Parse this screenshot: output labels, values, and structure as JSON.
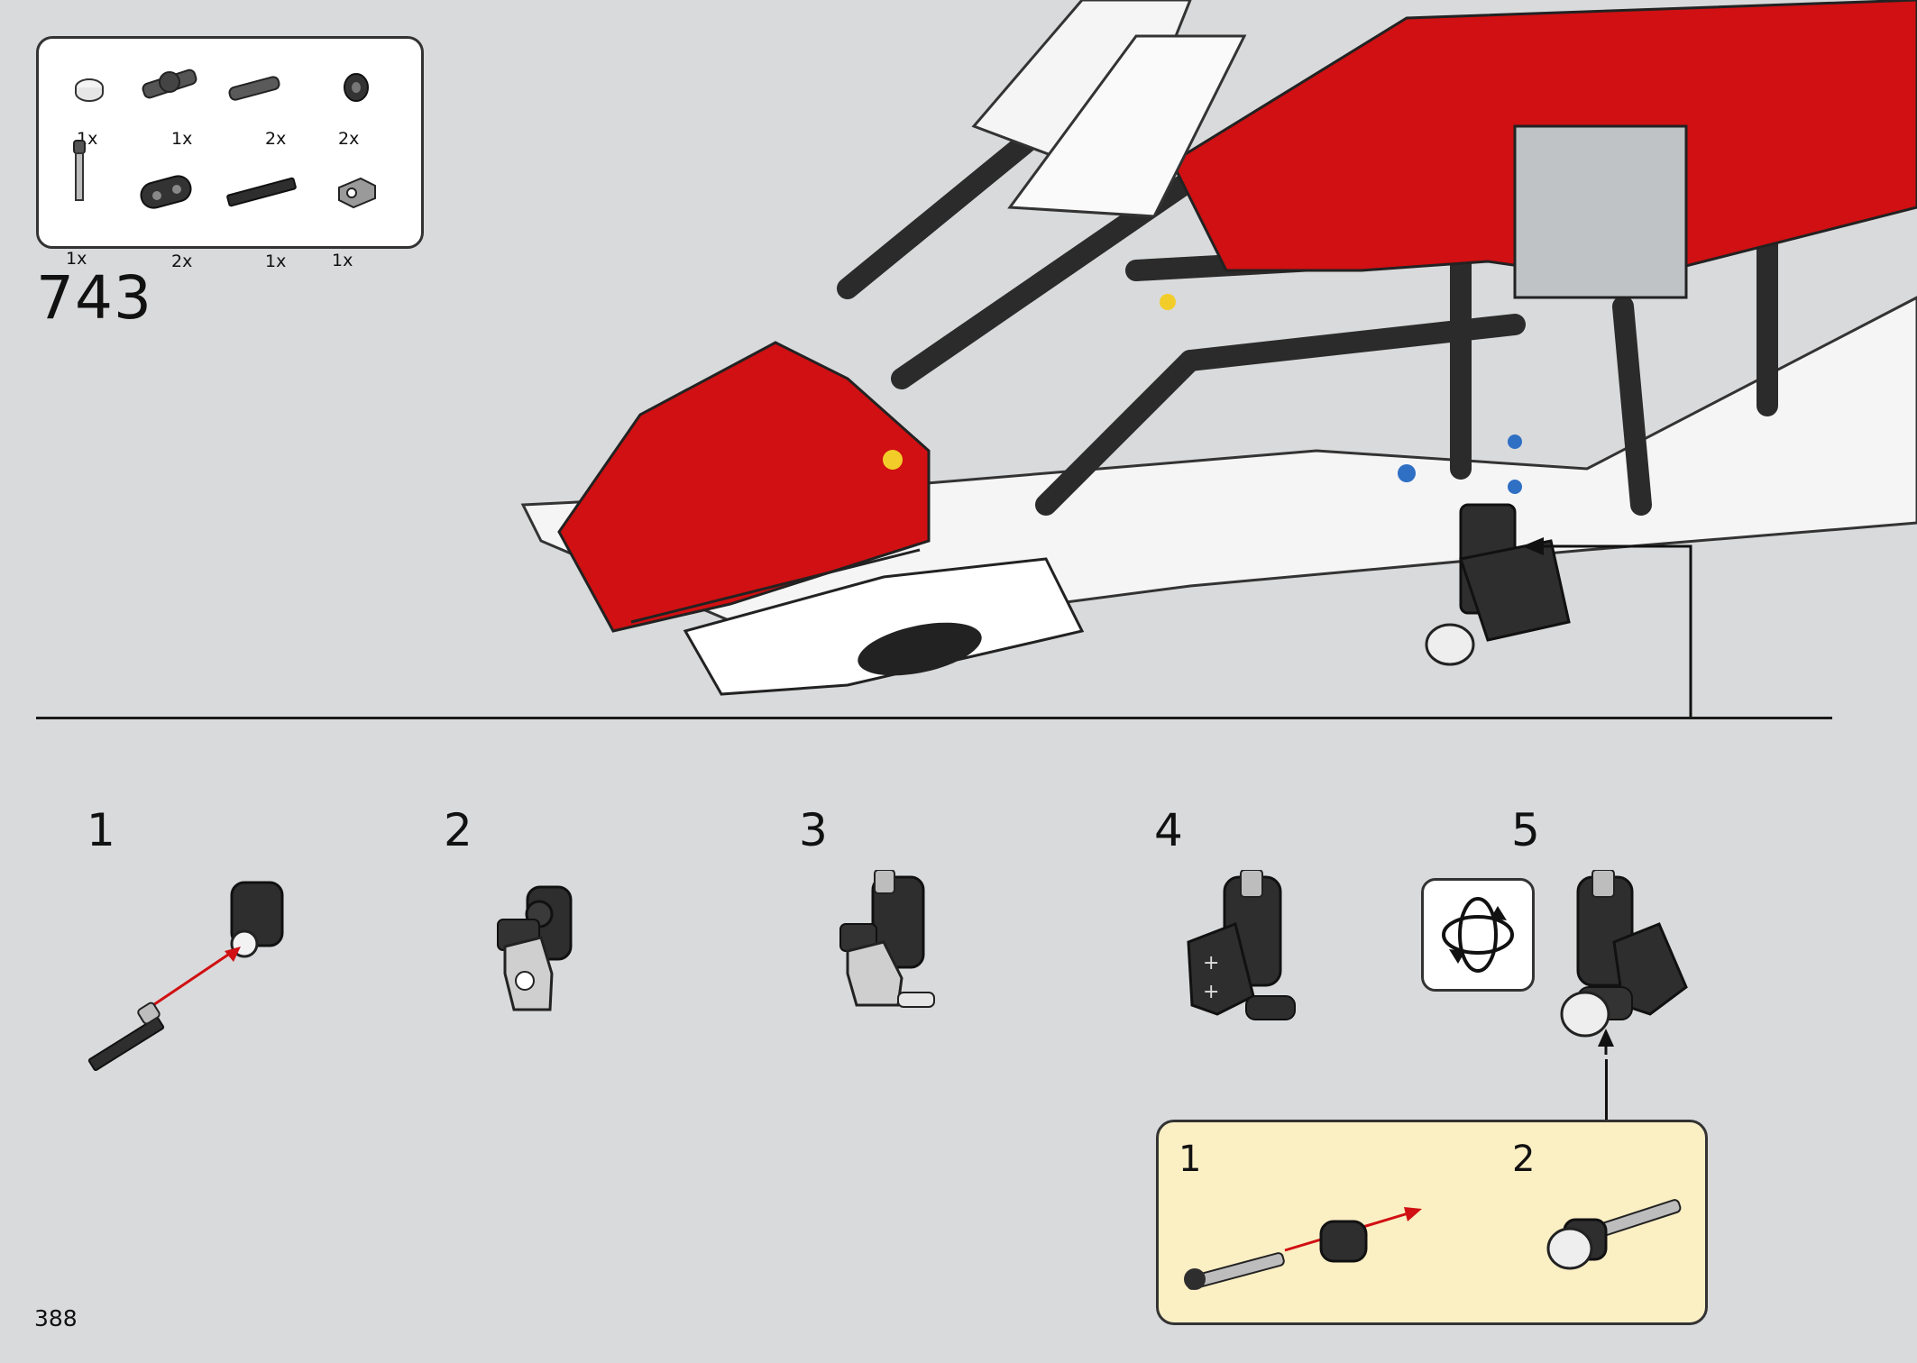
{
  "step": {
    "number": "743"
  },
  "page": {
    "number": "388"
  },
  "parts_list": [
    {
      "qty": "1x",
      "icon": "round-tile-white"
    },
    {
      "qty": "1x",
      "icon": "axle-connector-dark-gray"
    },
    {
      "qty": "2x",
      "icon": "pin-dark-gray"
    },
    {
      "qty": "2x",
      "icon": "bush-black"
    },
    {
      "qty": "1x",
      "icon": "axle-with-stop-light-gray"
    },
    {
      "qty": "2x",
      "icon": "beam-2-black"
    },
    {
      "qty": "1x",
      "icon": "axle-black"
    },
    {
      "qty": "1x",
      "icon": "connector-light-gray"
    }
  ],
  "substeps": [
    "1",
    "2",
    "3",
    "4",
    "5"
  ],
  "callout": {
    "steps": [
      "1",
      "2"
    ]
  },
  "colors": {
    "background": "#d9dadb",
    "red": "#d01012",
    "dark": "#2b2b2b",
    "callout_bg": "#fbefc4",
    "arrow_red": "#d01012"
  }
}
